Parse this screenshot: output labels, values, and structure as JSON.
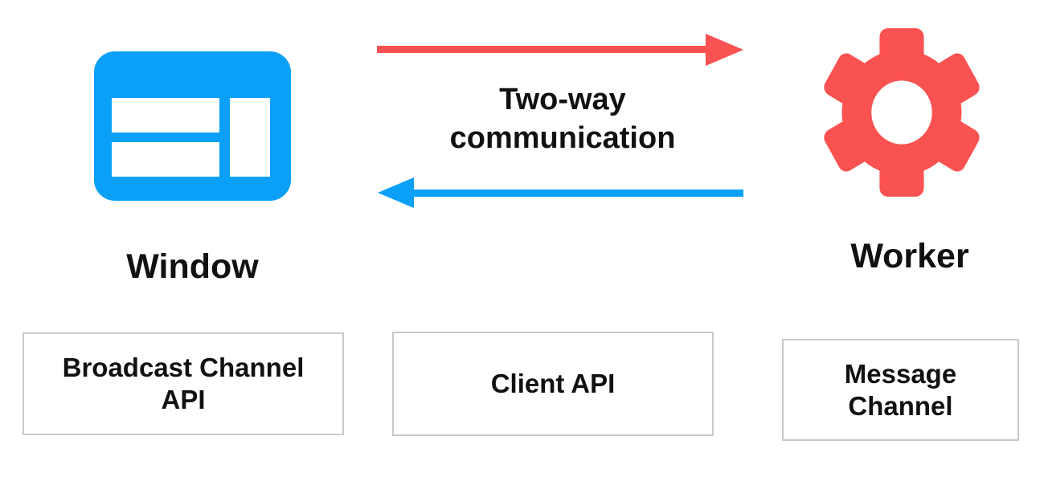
{
  "colors": {
    "window_blue": "#0aa0f7",
    "worker_red": "#fa5151",
    "text_black": "#111111",
    "box_border_gray": "#c9c9c9"
  },
  "nodes": {
    "window": {
      "icon": "browser-window-icon",
      "label": "Window"
    },
    "worker": {
      "icon": "gear-icon",
      "label": "Worker"
    }
  },
  "connection": {
    "label": "Two-way\ncommunication",
    "arrows": [
      {
        "name": "window-to-worker",
        "direction": "right",
        "color": "#fa5151"
      },
      {
        "name": "worker-to-window",
        "direction": "left",
        "color": "#0aa0f7"
      }
    ]
  },
  "boxes": [
    {
      "label": "Broadcast Channel\nAPI"
    },
    {
      "label": "Client API"
    },
    {
      "label": "Message\nChannel"
    }
  ]
}
